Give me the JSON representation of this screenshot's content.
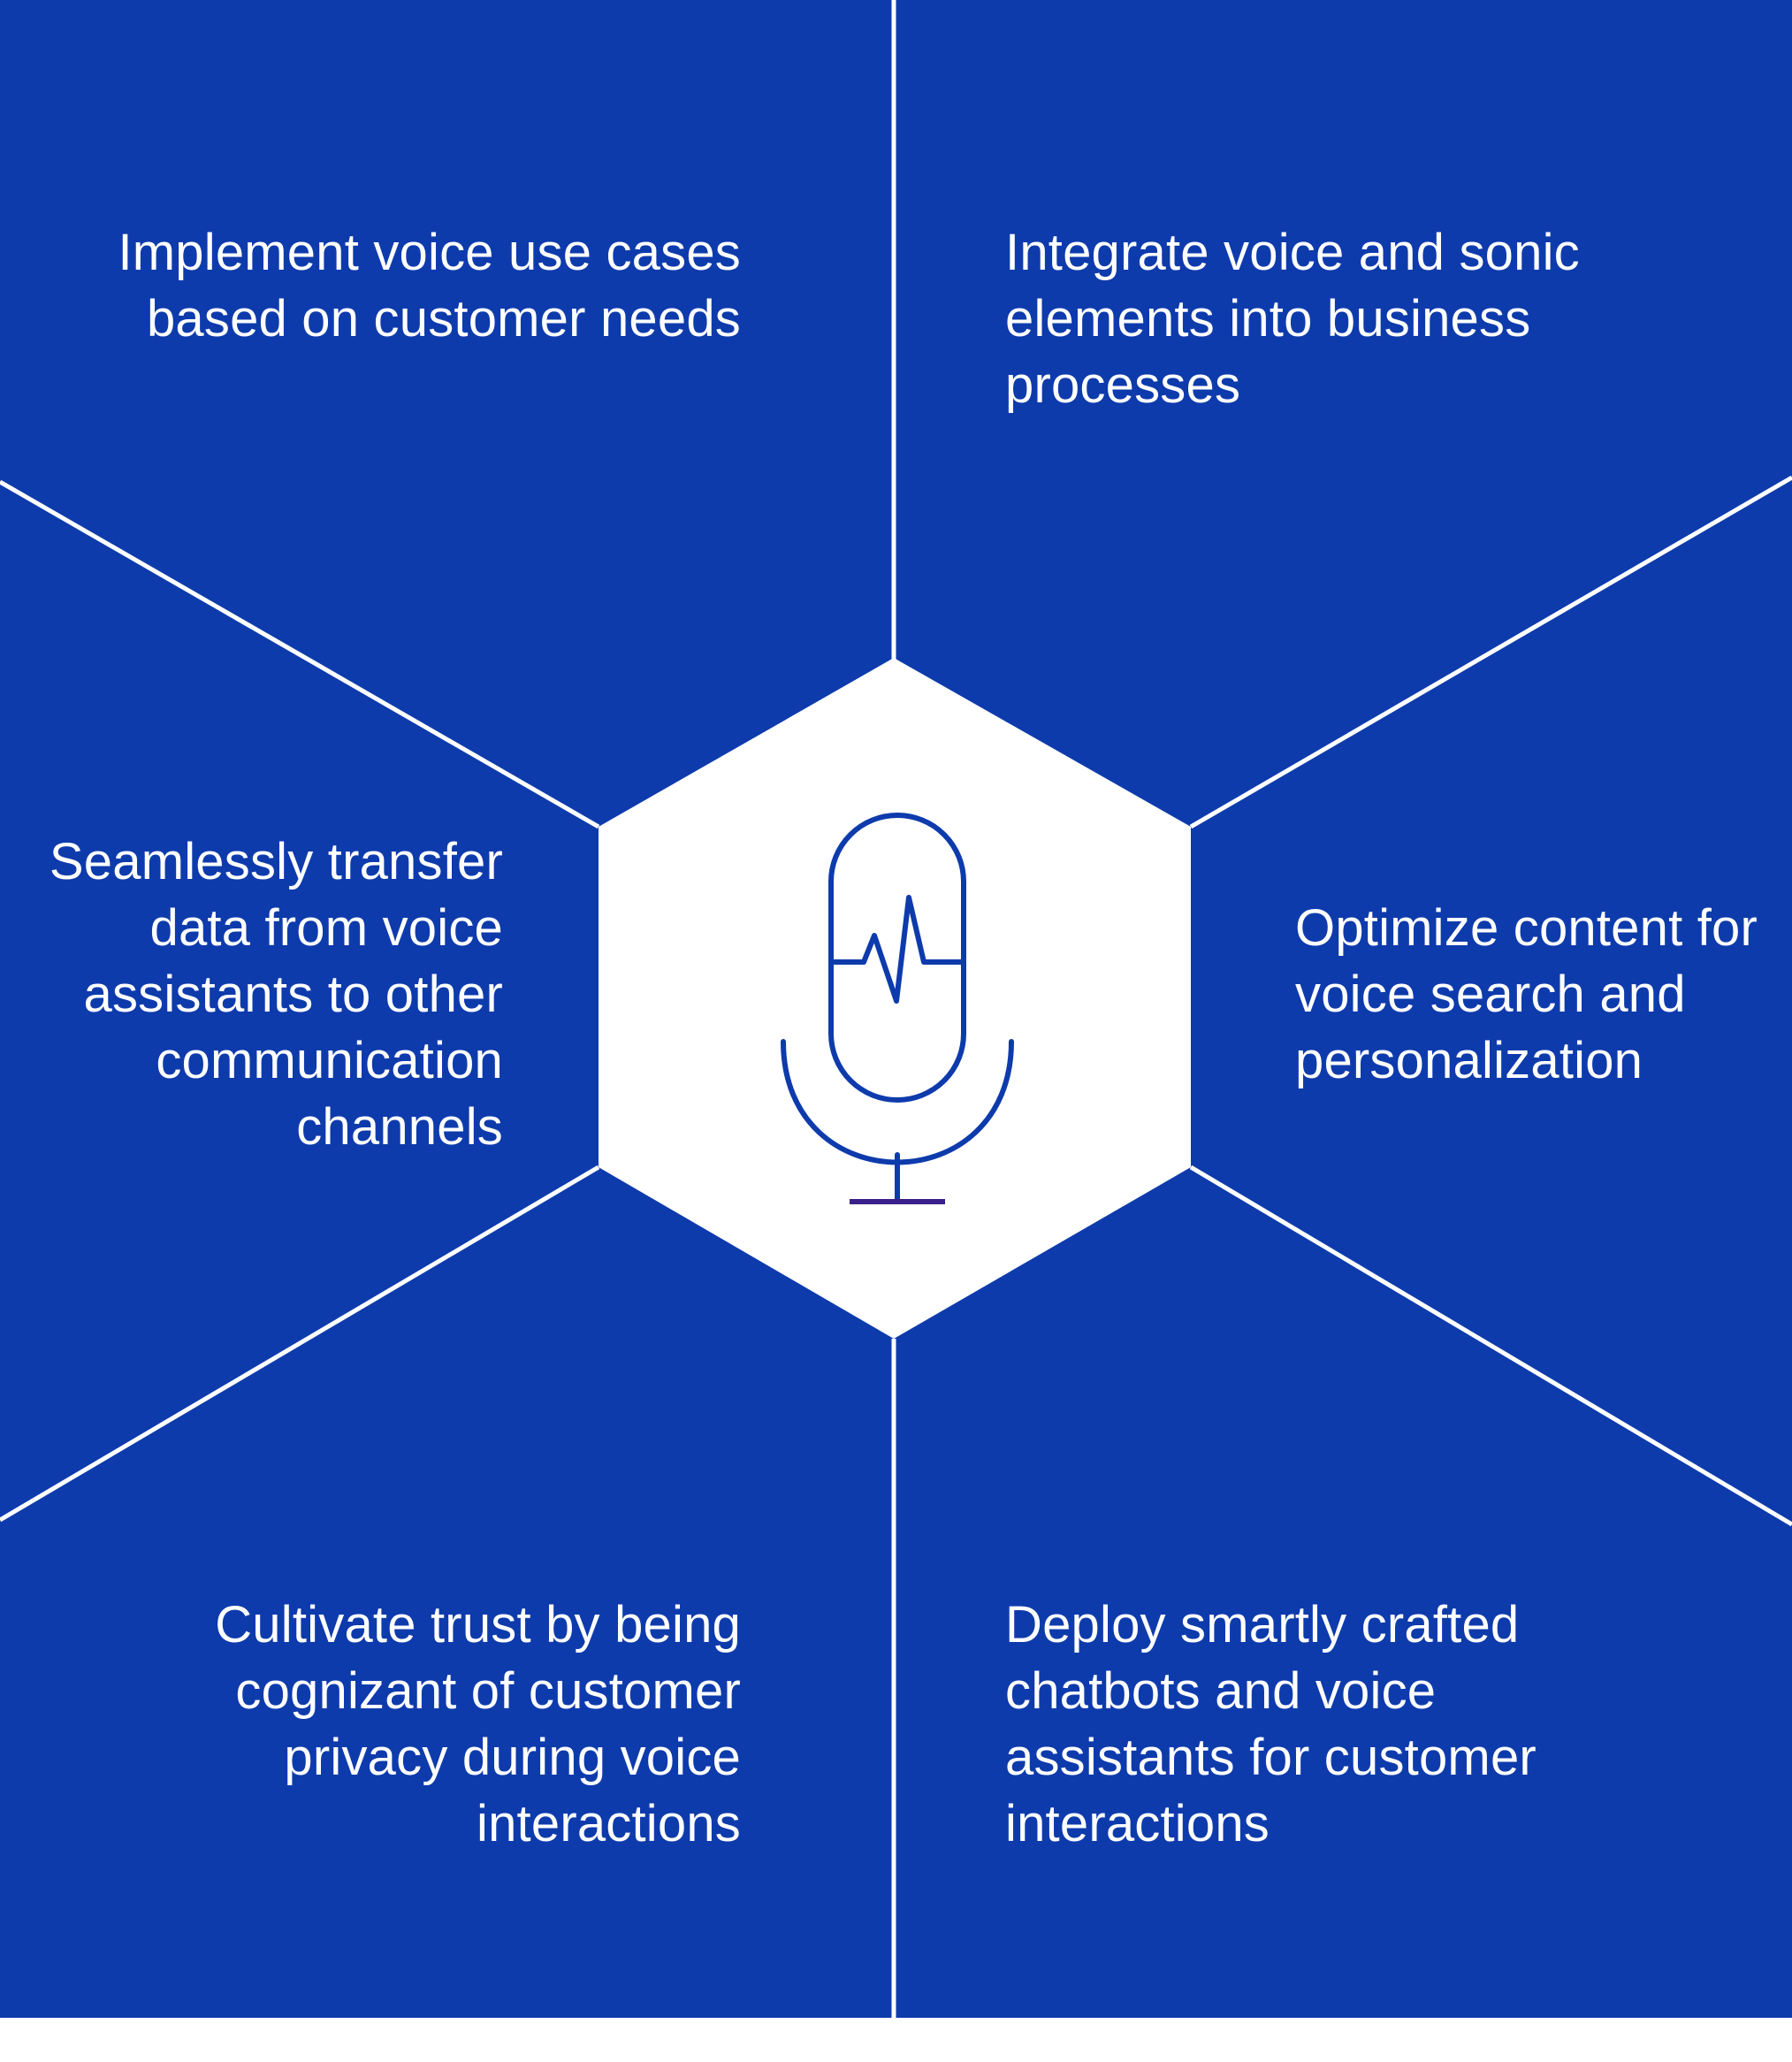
{
  "colors": {
    "panel": "#0E3BAC",
    "divider": "#FFFFFF",
    "text": "#FFFFFF",
    "hub": "#FFFFFF",
    "icon_stroke": "#0E3BAC",
    "icon_base": "#3A1F8A"
  },
  "center_icon": "microphone-with-pulse-icon",
  "statements": {
    "top_left": {
      "lines": [
        "Implement voice use cases",
        "based on customer needs"
      ]
    },
    "top_right": {
      "lines": [
        "Integrate voice and sonic",
        "elements into business",
        "processes"
      ]
    },
    "middle_left": {
      "lines": [
        "Seamlessly transfer",
        "data from voice",
        "assistants to other",
        "communication",
        "channels"
      ]
    },
    "middle_right": {
      "lines": [
        "Optimize content for",
        "voice search and",
        "personalization"
      ]
    },
    "bottom_left": {
      "lines": [
        "Cultivate trust by being",
        "cognizant of customer",
        "privacy during voice",
        "interactions"
      ]
    },
    "bottom_right": {
      "lines": [
        "Deploy smartly crafted",
        "chatbots and voice",
        "assistants for customer",
        "interactions"
      ]
    }
  }
}
